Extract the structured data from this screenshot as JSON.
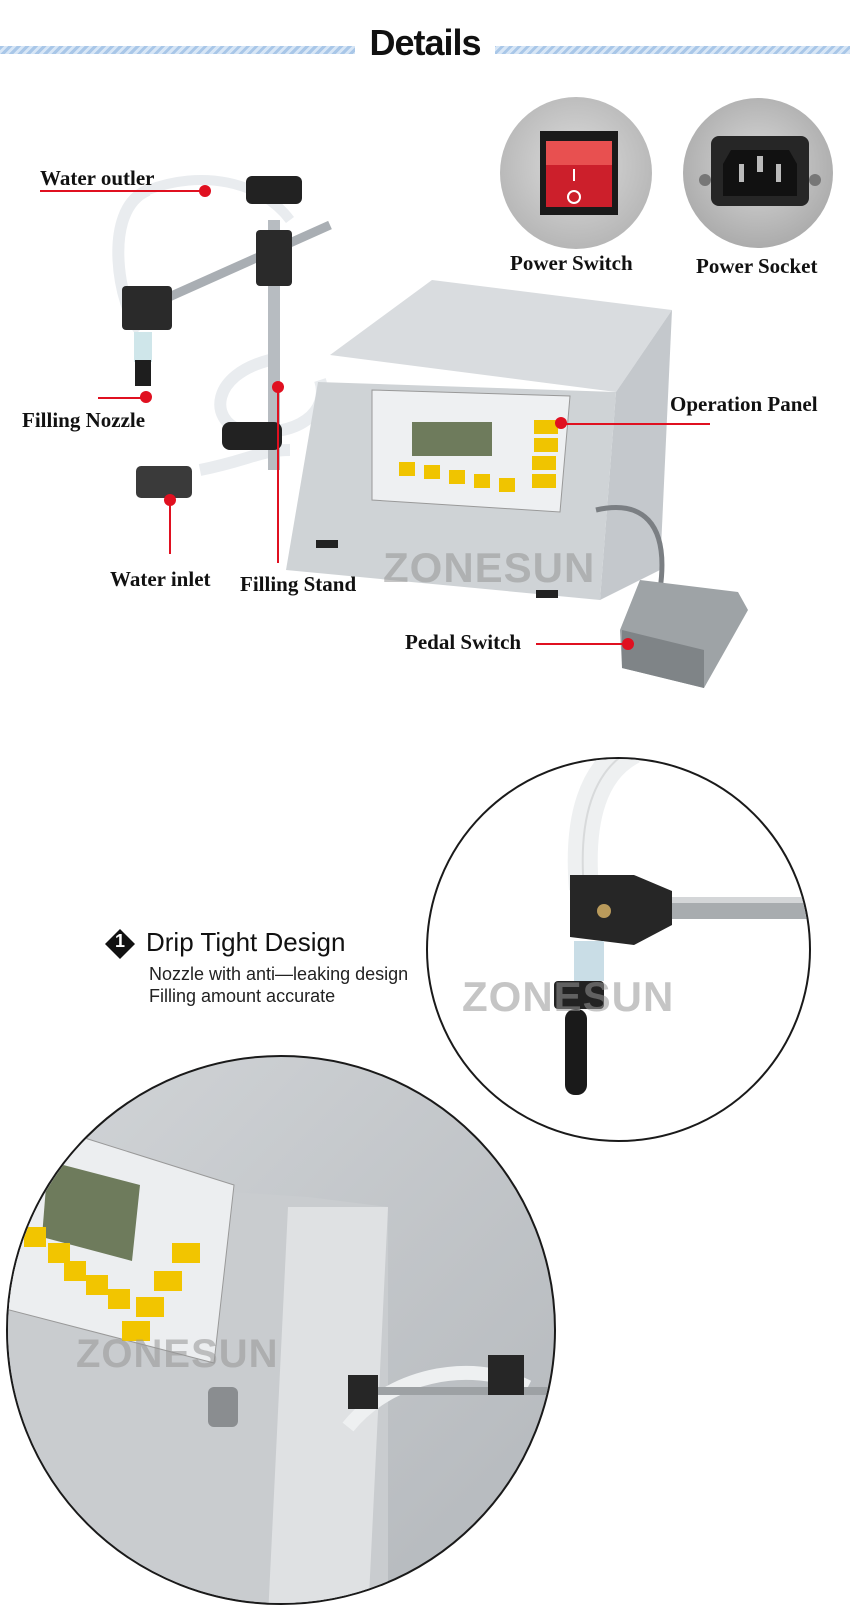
{
  "header": {
    "title": "Details"
  },
  "labels": {
    "water_outlet": "Water outler",
    "filling_nozzle": "Filling Nozzle",
    "water_inlet": "Water inlet",
    "filling_stand": "Filling Stand",
    "power_switch": "Power Switch",
    "power_socket": "Power Socket",
    "operation_panel": "Operation Panel",
    "pedal_switch": "Pedal Switch"
  },
  "brand": {
    "watermark": "ZONESUN"
  },
  "feature": {
    "number": "1",
    "heading": "Drip Tight Design",
    "line1": "Nozzle with anti—leaking design",
    "line2": "Filling amount accurate"
  },
  "colors": {
    "accent": "#e01020",
    "band": "#a9c7e8"
  },
  "icons": [
    "diamond-number-icon"
  ]
}
